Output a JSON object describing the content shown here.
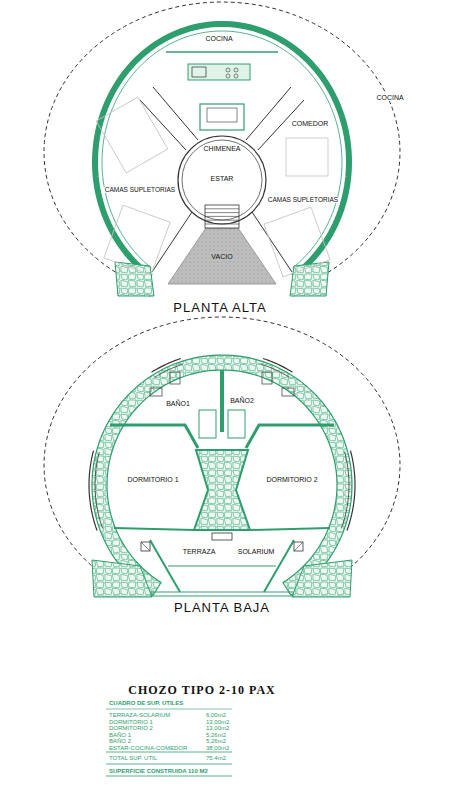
{
  "diagram": {
    "title": "CHOZO TIPO 2-10 PAX",
    "nodes": [
      {
        "text": [
          "CHIMENEA",
          "ESTAR"
        ]
      }
    ],
    "labels": [
      "COCINA",
      "COCINA",
      "COMEDOR",
      "CAMAS SUPLETORIAS",
      "CAMAS SUPLETORIAS",
      "VACIO",
      "PLANTA ALTA",
      "BAÑO1",
      "BAÑO2",
      "DORMITORIO 1",
      "DORMITORIO 2",
      "TERRAZA",
      "SOLARIUM",
      "PLANTA BAJA",
      "CUADRO DE SUP. UTILES",
      "TERRAZA-SOLARIUM",
      "6,00m2",
      "DORMITORIO 1",
      "13,00m2",
      "DORMITORIO 2",
      "13,00m2",
      "BAÑO 1",
      "5,26m2",
      "BAÑO 2",
      "5,26m2",
      "ESTAR-COCINA-COMEDOR",
      "38,00m2",
      "TOTAL SUP. UTIL",
      "75.4m2",
      "SUPERFICIE CONSTRUIDA 110 M2"
    ]
  }
}
